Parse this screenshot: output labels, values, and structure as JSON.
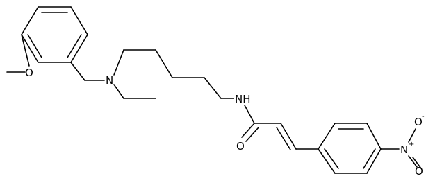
{
  "structure": {
    "atoms": {
      "methoxy_o": "O",
      "amine_n": "N",
      "amide_nh": "NH",
      "carbonyl_o": "O",
      "nitro_n": "N",
      "nitro_n_charge": "+",
      "nitro_o_top": "O",
      "nitro_o_top_charge": "-",
      "nitro_o_bottom": "O"
    }
  },
  "colors": {
    "ink": "#000000",
    "background": "#ffffff"
  }
}
